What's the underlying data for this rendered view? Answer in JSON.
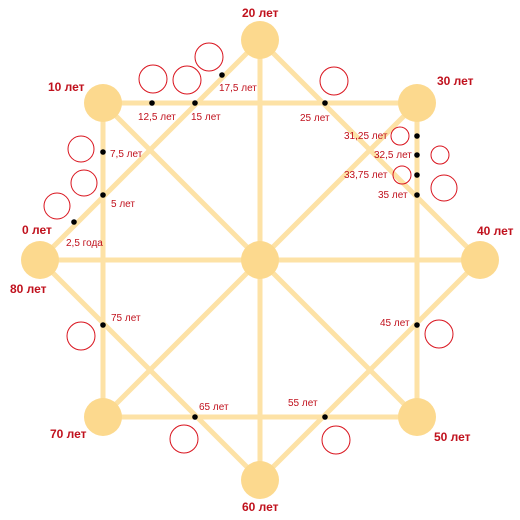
{
  "colors": {
    "line": "#fde2a6",
    "node": "#fcd98e",
    "label": "#c0111d",
    "dot": "#000000",
    "circle": "#d9141e"
  },
  "main_labels": {
    "age_0": "0 лет",
    "age_10": "10 лет",
    "age_20": "20 лет",
    "age_30": "30 лет",
    "age_40": "40 лет",
    "age_50": "50 лет",
    "age_60": "60 лет",
    "age_70": "70 лет",
    "age_80": "80 лет"
  },
  "point_labels": {
    "p2_5": "2,5 года",
    "p5": "5 лет",
    "p7_5": "7,5 лет",
    "p12_5": "12,5 лет",
    "p15": "15 лет",
    "p17_5": "17,5 лет",
    "p25": "25 лет",
    "p31_25": "31,25 лет",
    "p32_5": "32,5 лет",
    "p33_75": "33,75 лет",
    "p35": "35 лет",
    "p45": "45 лет",
    "p55": "55 лет",
    "p65": "65 лет",
    "p75": "75 лет"
  }
}
